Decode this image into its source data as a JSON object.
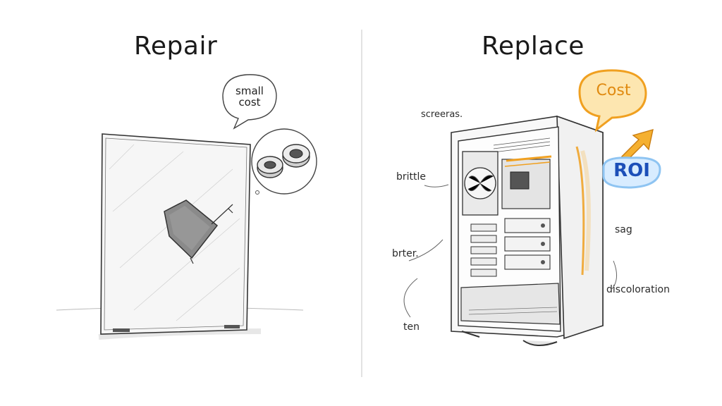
{
  "left_panel": {
    "title": "Repair",
    "thought_bubble": {
      "line1": "small",
      "line2": "cost"
    }
  },
  "right_panel": {
    "title": "Replace",
    "cost_bubble": "Cost",
    "roi_badge": "ROI",
    "annotations": {
      "screens": "screeras.",
      "brittle": "brittle",
      "brter": "brter.",
      "ten": "ten",
      "sag": "sag",
      "discoloration": "discoloration"
    }
  },
  "colors": {
    "ink": "#2b2b2b",
    "accent_orange": "#f0a020",
    "roi_blue": "#1c4fb8",
    "roi_glow": "#a8d4ff",
    "patch_gray": "#8a8a8a"
  }
}
